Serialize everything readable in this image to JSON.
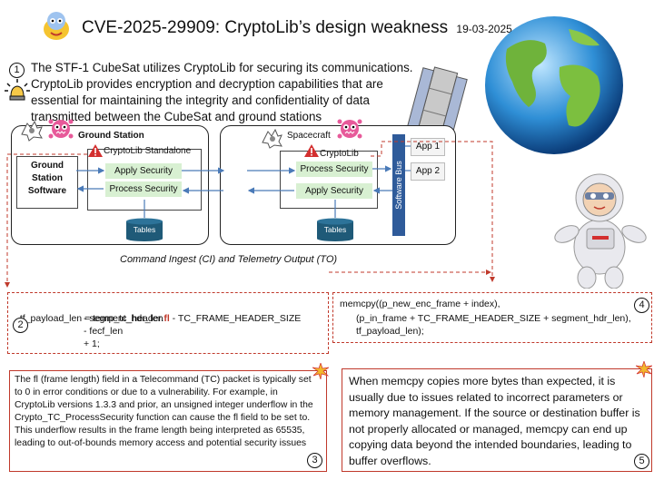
{
  "title": "CVE-2025-29909: CryptoLib’s design weakness",
  "date": "19-03-2025",
  "intro_number": "1",
  "intro_text": "The STF-1 CubeSat utilizes CryptoLib for securing its communications. CryptoLib provides encryption and decryption capabilities that are essential for maintaining the integrity and confidentiality of data transmitted between the CubeSat and ground stations",
  "ground": {
    "title": "Ground Station",
    "software": "Ground Station Software",
    "lib_label": "CryptoLib Standalone",
    "apply": "Apply Security",
    "process": "Process Security",
    "tables": "Tables"
  },
  "link": {
    "ci": "CI",
    "to": "TO"
  },
  "spacecraft": {
    "title": "Spacecraft",
    "lib_label": "CryptoLib",
    "process": "Process Security",
    "apply": "Apply Security",
    "tables": "Tables",
    "bus": "Software Bus",
    "app1": "App 1",
    "app2": "App 2"
  },
  "caption": "Command Ingest (CI) and Telemetry Output (TO)",
  "code_left": {
    "lines": [
      "tf_payload_len = temp_tc_header.",
      "- segment_hdr_len",
      "- fecf_len",
      "+ 1;"
    ],
    "fl": "fl",
    "rest": " - TC_FRAME_HEADER_SIZE",
    "number": "2"
  },
  "code_right": {
    "lines": [
      "memcpy((p_new_enc_frame + index),",
      "(p_in_frame + TC_FRAME_HEADER_SIZE + segment_hdr_len),",
      "tf_payload_len);"
    ],
    "number": "4"
  },
  "note_left": {
    "text": "The fl (frame length) field in a Telecommand (TC) packet is typically set to 0 in error conditions or due to a vulnerability. For example, in CryptoLib versions 1.3.3 and prior, an unsigned integer underflow in the Crypto_TC_ProcessSecurity function can cause the fl field to be set to. This underflow results in the frame length being interpreted as 65535, leading to out-of-bounds memory access and potential security issues",
    "number": "3"
  },
  "note_right": {
    "text": "When memcpy copies more bytes than expected, it is usually due to issues related to incorrect parameters or memory management. If the source or destination buffer is not properly allocated or managed, memcpy can end up copying data beyond the intended boundaries, leading to buffer overflows.",
    "number": "5"
  },
  "colors": {
    "accent_red": "#c0392b",
    "green_box": "#d8f0d2",
    "table_blue": "#1f5a78",
    "fl_red": "#c0392b"
  }
}
